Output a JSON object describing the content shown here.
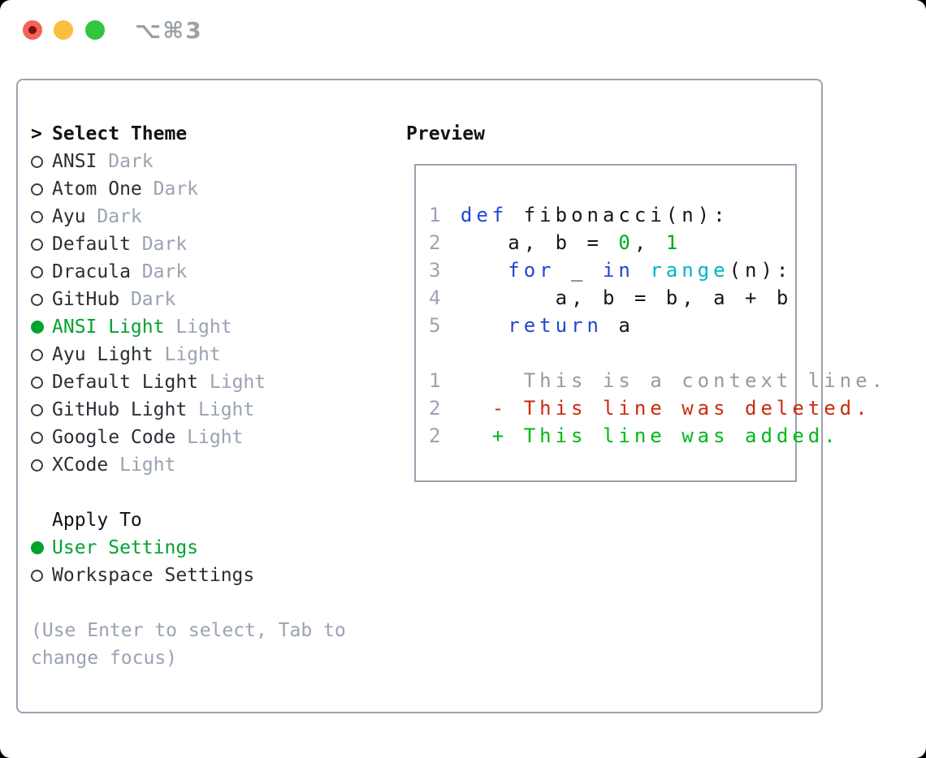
{
  "titlebar": {
    "shortcut_label": "⌥⌘3",
    "traffic_lights": [
      {
        "name": "close",
        "color": "#f4635a"
      },
      {
        "name": "minimize",
        "color": "#fbbf3f"
      },
      {
        "name": "maximize",
        "color": "#34c440"
      }
    ]
  },
  "theme_panel": {
    "header_prefix": ">",
    "header": "Select Theme",
    "items": [
      {
        "name": "ANSI",
        "variant": "Dark",
        "selected": false
      },
      {
        "name": "Atom One",
        "variant": "Dark",
        "selected": false
      },
      {
        "name": "Ayu",
        "variant": "Dark",
        "selected": false
      },
      {
        "name": "Default",
        "variant": "Dark",
        "selected": false
      },
      {
        "name": "Dracula",
        "variant": "Dark",
        "selected": false
      },
      {
        "name": "GitHub",
        "variant": "Dark",
        "selected": false
      },
      {
        "name": "ANSI Light",
        "variant": "Light",
        "selected": true
      },
      {
        "name": "Ayu Light",
        "variant": "Light",
        "selected": false
      },
      {
        "name": "Default Light",
        "variant": "Light",
        "selected": false
      },
      {
        "name": "GitHub Light",
        "variant": "Light",
        "selected": false
      },
      {
        "name": "Google Code",
        "variant": "Light",
        "selected": false
      },
      {
        "name": "XCode",
        "variant": "Light",
        "selected": false
      }
    ],
    "apply_to": {
      "header": "Apply To",
      "options": [
        {
          "label": "User Settings",
          "selected": true
        },
        {
          "label": "Workspace Settings",
          "selected": false
        }
      ]
    },
    "hint": "(Use Enter to select, Tab to change focus)"
  },
  "preview": {
    "header": "Preview",
    "code_lines": [
      {
        "segments": [
          [
            "1 ",
            "lineno"
          ],
          [
            "def",
            "keyword"
          ],
          [
            " fibonacci(n):",
            "plain"
          ]
        ]
      },
      {
        "segments": [
          [
            "2",
            "lineno"
          ],
          [
            "    a, b = ",
            "plain"
          ],
          [
            "0",
            "numlit"
          ],
          [
            ", ",
            "plain"
          ],
          [
            "1",
            "numlit"
          ]
        ]
      },
      {
        "segments": [
          [
            "3",
            "lineno"
          ],
          [
            "    ",
            "plain"
          ],
          [
            "for",
            "keyword"
          ],
          [
            " _ ",
            "plain"
          ],
          [
            "in",
            "keyword"
          ],
          [
            " ",
            "plain"
          ],
          [
            "range",
            "builtin"
          ],
          [
            "(n):",
            "plain"
          ]
        ]
      },
      {
        "segments": [
          [
            "4",
            "lineno"
          ],
          [
            "       a, b = b, a + b",
            "plain"
          ]
        ]
      },
      {
        "segments": [
          [
            "5",
            "lineno"
          ],
          [
            "    ",
            "plain"
          ],
          [
            "return",
            "keyword"
          ],
          [
            " a",
            "plain"
          ]
        ]
      },
      {
        "segments": []
      },
      {
        "segments": [
          [
            "1",
            "lineno"
          ],
          [
            "     This is a context line.",
            "context"
          ]
        ]
      },
      {
        "segments": [
          [
            "2",
            "lineno"
          ],
          [
            "   - This line was deleted.",
            "deleted"
          ]
        ]
      },
      {
        "segments": [
          [
            "2",
            "lineno"
          ],
          [
            "   + This line was added.",
            "added"
          ]
        ]
      }
    ]
  },
  "colors": {
    "border": "#9aa3b0",
    "muted": "#9aa3b2",
    "green": "#00a32e",
    "kw": "#2047d0",
    "builtin": "#00b5c4",
    "numlit": "#00a81e",
    "deleted": "#cd2b11",
    "added": "#00b818",
    "tl-red": "#f4635a",
    "tl-yellow": "#fbbf3f",
    "tl-green": "#34c440"
  }
}
